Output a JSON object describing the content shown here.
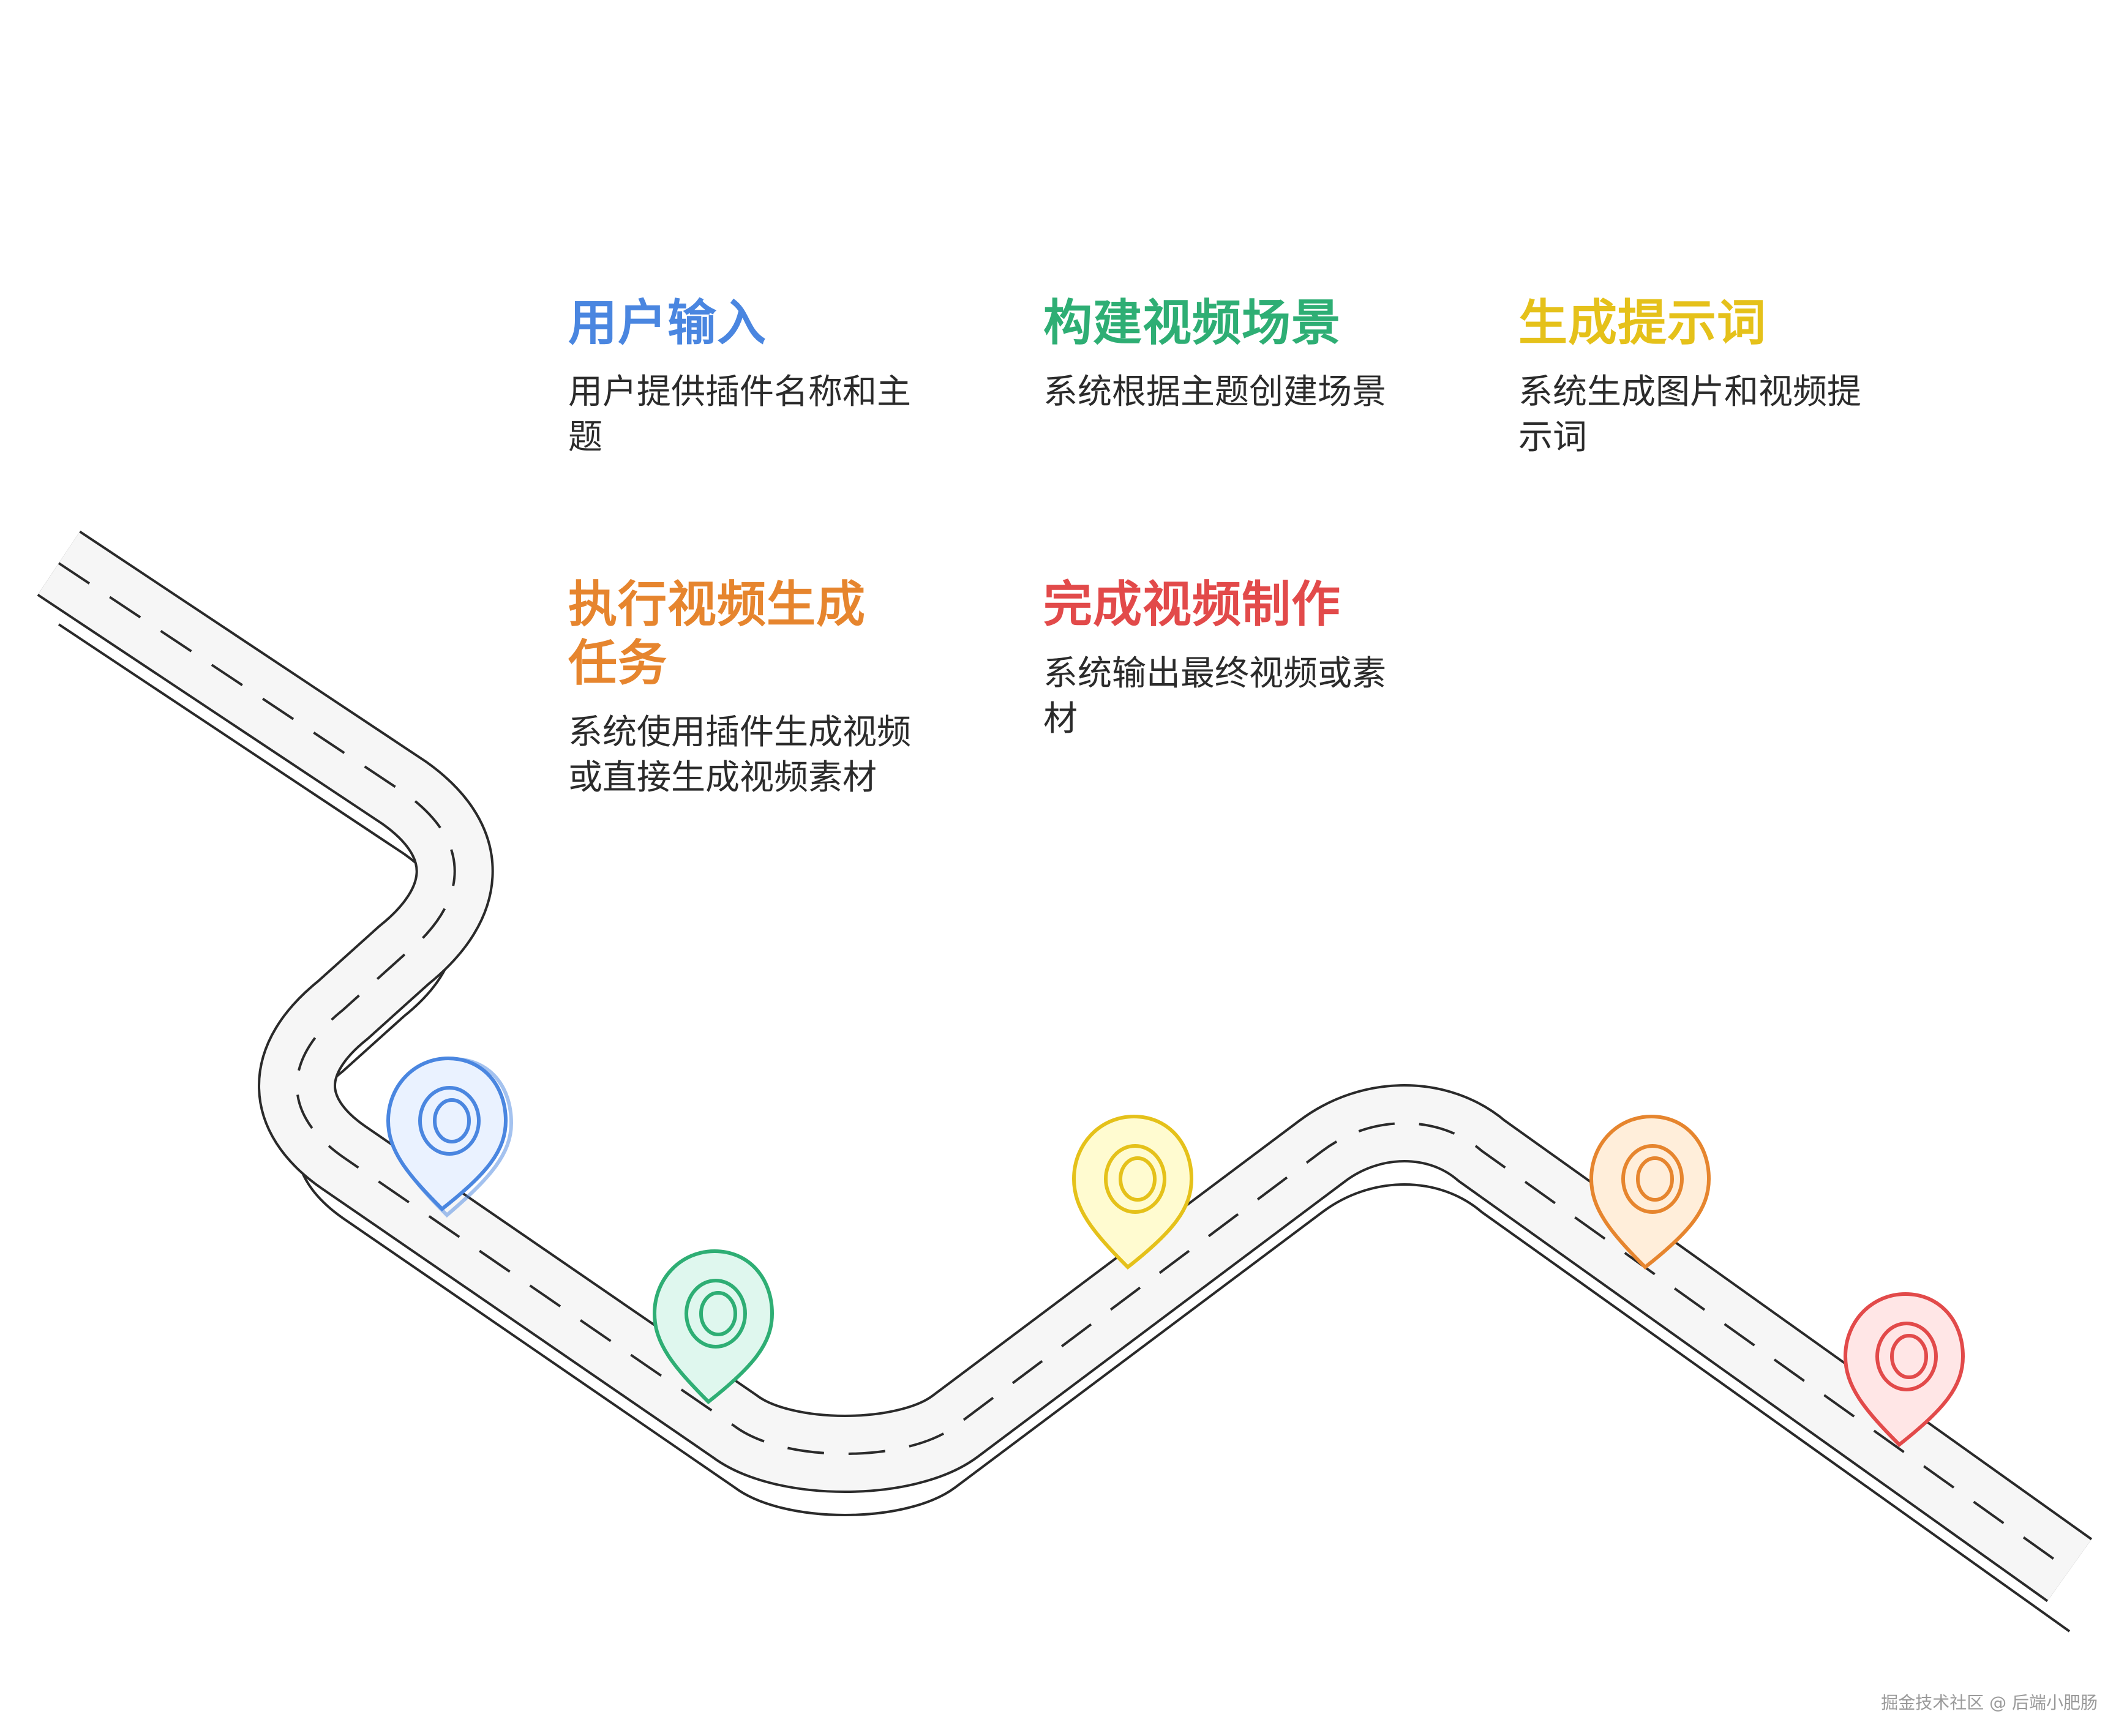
{
  "steps": [
    {
      "title": "用户输入",
      "desc": "用户提供插件名称和主题",
      "color": "#4a86e0"
    },
    {
      "title": "构建视频场景",
      "desc": "系统根据主题创建场景",
      "color": "#2eae74"
    },
    {
      "title": "生成提示词",
      "desc": "系统生成图片和视频提示词",
      "color": "#e5c11a"
    },
    {
      "title": "执行视频生成任务",
      "desc": "系统使用插件生成视频或直接生成视频素材",
      "color": "#e6852e"
    },
    {
      "title": "完成视频制作",
      "desc": "系统输出最终视频或素材",
      "color": "#e24a4a"
    }
  ],
  "watermark": "掘金技术社区 @ 后端小肥肠",
  "pins": [
    {
      "name": "pin-user-input-icon",
      "color": "#4a86e0",
      "fill": "#eaf2ff"
    },
    {
      "name": "pin-build-scene-icon",
      "color": "#2eae74",
      "fill": "#dff7ee"
    },
    {
      "name": "pin-generate-prompt-icon",
      "color": "#e5c11a",
      "fill": "#fffbd0"
    },
    {
      "name": "pin-execute-task-icon",
      "color": "#e6852e",
      "fill": "#ffeeda"
    },
    {
      "name": "pin-complete-video-icon",
      "color": "#e24a4a",
      "fill": "#ffe6e6"
    }
  ]
}
